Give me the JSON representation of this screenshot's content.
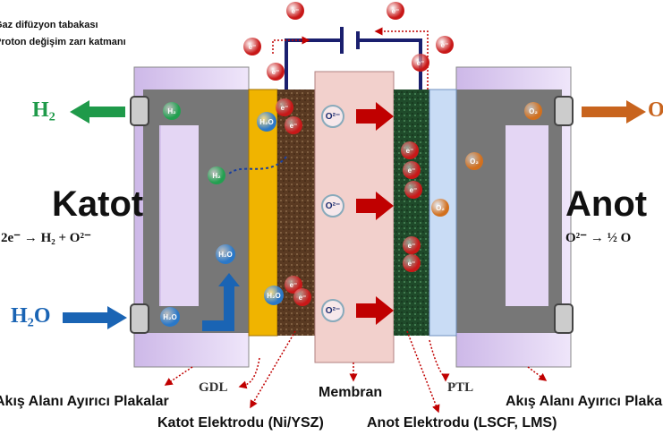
{
  "legend": [
    "Gaz difüzyon tabakası",
    "Proton değişim zarı katmanı"
  ],
  "sides": {
    "cathode_title": "Katot",
    "cathode_equation": "2e⁻ → H₂ + O²⁻",
    "anode_title": "Anot",
    "anode_equation": "O²⁻ → ½ O"
  },
  "flows": {
    "h2_out": "H₂",
    "h2o_in": "H₂O",
    "o2_out": "O"
  },
  "species": {
    "electron": "e⁻",
    "oxide_ion": "O²⁻",
    "hydrogen": "H₂",
    "water": "H₂O",
    "oxygen": "O₂"
  },
  "labels": {
    "plates_left": "Akış Alanı Ayırıcı Plakalar",
    "plates_right": "Akış Alanı Ayırıcı Plakalar",
    "gdl": "GDL",
    "membrane": "Membran",
    "ptl": "PTL",
    "cathode_electrode": "Katot Elektrodu (Ni/YSZ)",
    "anode_electrode": "Anot Elektrodu (LSCF, LMS)"
  },
  "colors": {
    "plate": "#d9c9ee",
    "flow": "#7a7a7a",
    "gdl": "#f0b400",
    "cathode": "#5a3a22",
    "membrane": "#f2d0cc",
    "anode": "#1f4a2a",
    "ptl": "#c9dcf5",
    "circuit": "#1a1f6e",
    "h2": "#1f9a4a",
    "h2o": "#1a64b4",
    "o2": "#c8641e",
    "ion_arrow": "#c00000"
  }
}
